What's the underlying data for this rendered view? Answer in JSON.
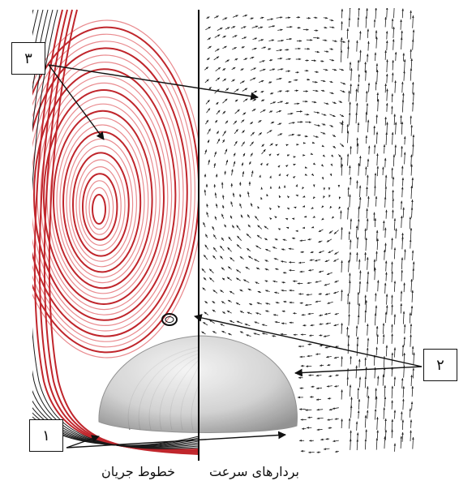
{
  "callouts": [
    {
      "id": "3",
      "label": "۳"
    },
    {
      "id": "2",
      "label": "۲"
    },
    {
      "id": "1",
      "label": "۱"
    }
  ],
  "captions": {
    "left": "خطوط جریان",
    "right": "بردارهای سرعت"
  },
  "colors": {
    "streamline_red": "#c0262c",
    "streamline_pink": "#e98a8e",
    "streamline_black": "#1a1a1a",
    "bubble_gray": "#c8c8c8",
    "vector_black": "#222222"
  }
}
